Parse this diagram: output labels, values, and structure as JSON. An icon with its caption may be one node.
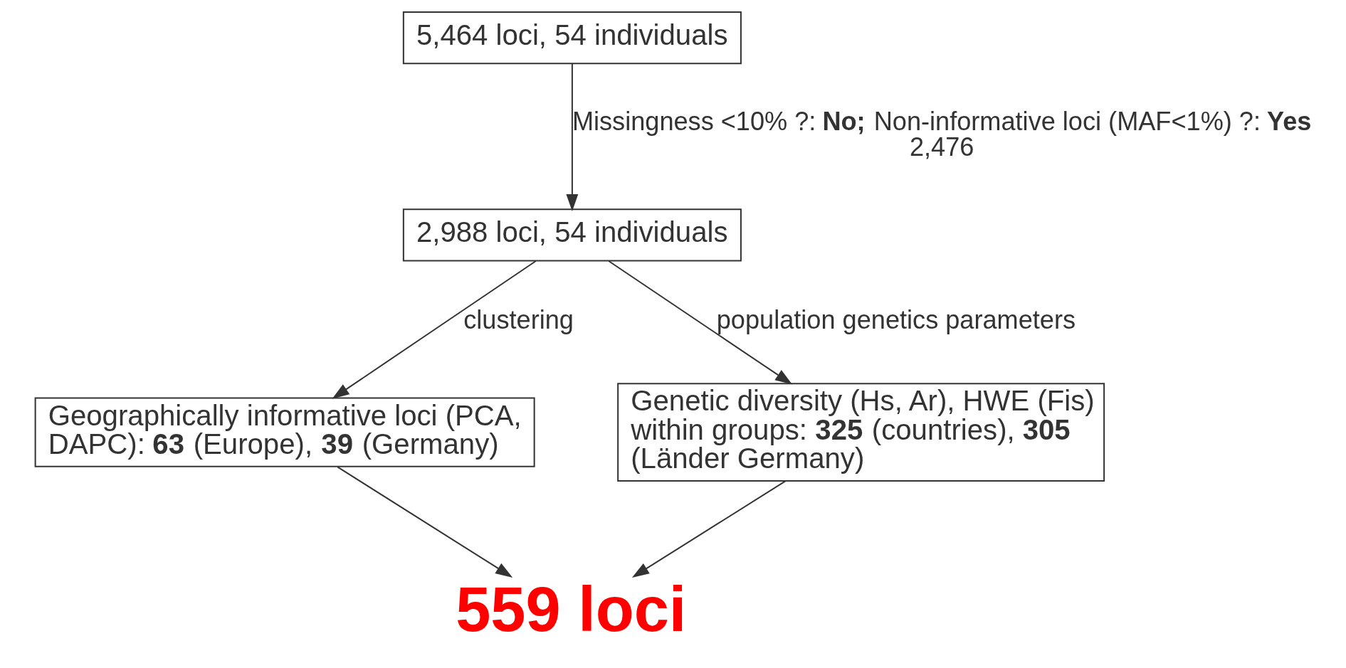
{
  "diagram": {
    "nodes": [
      {
        "text": [
          "5,464 loci, 54 individuals"
        ]
      },
      {
        "text": [
          "2,988 loci, 54 individuals"
        ]
      },
      {
        "text": [
          "Geographically informative loci (PCA, DAPC): **63** (Europe), **39** (Germany)"
        ]
      },
      {
        "text": [
          "Genetic diversity (Hs, Ar), HWE (Fis) within groups: **325** (countries), **305** (Länder Germany)"
        ]
      },
      {
        "text": [
          "559 loci"
        ]
      }
    ],
    "edges": [
      {
        "from": 0,
        "to": 1,
        "arrow": "to",
        "label": "Missingness <10% ?: **No;** Non-informative loci (MAF<1%) ?: **Yes 2,476**"
      },
      {
        "from": 1,
        "to": 2,
        "arrow": "to",
        "label": "clustering"
      },
      {
        "from": 1,
        "to": 3,
        "arrow": "to",
        "label": "population genetics parameters"
      },
      {
        "from": 2,
        "to": 4,
        "arrow": "to"
      },
      {
        "from": 3,
        "to": 4,
        "arrow": "to"
      }
    ]
  }
}
